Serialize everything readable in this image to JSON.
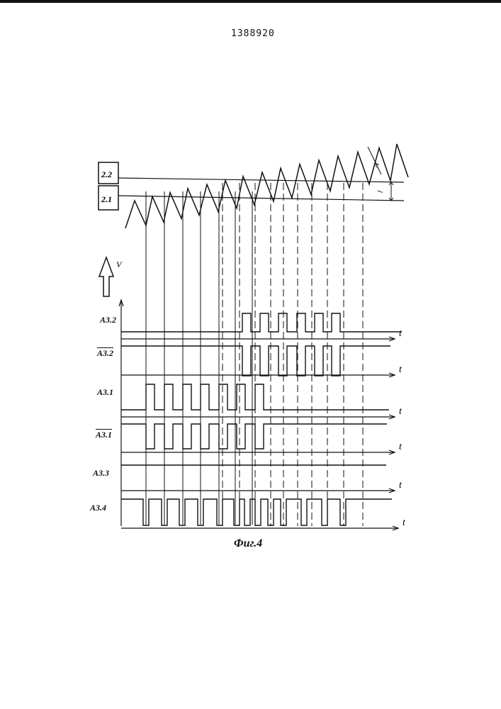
{
  "header": {
    "patent_number": "1388920"
  },
  "figure": {
    "caption": "Фиг.4",
    "level_labels": {
      "upper": "2.2",
      "lower": "2.1"
    },
    "velocity_label": "V",
    "time_label": "t",
    "signals": [
      "A3.2",
      "A3.2",
      "A3.1",
      "A3.1",
      "A3.3",
      "A3.4"
    ],
    "inverted_signals": [
      1,
      3
    ]
  }
}
